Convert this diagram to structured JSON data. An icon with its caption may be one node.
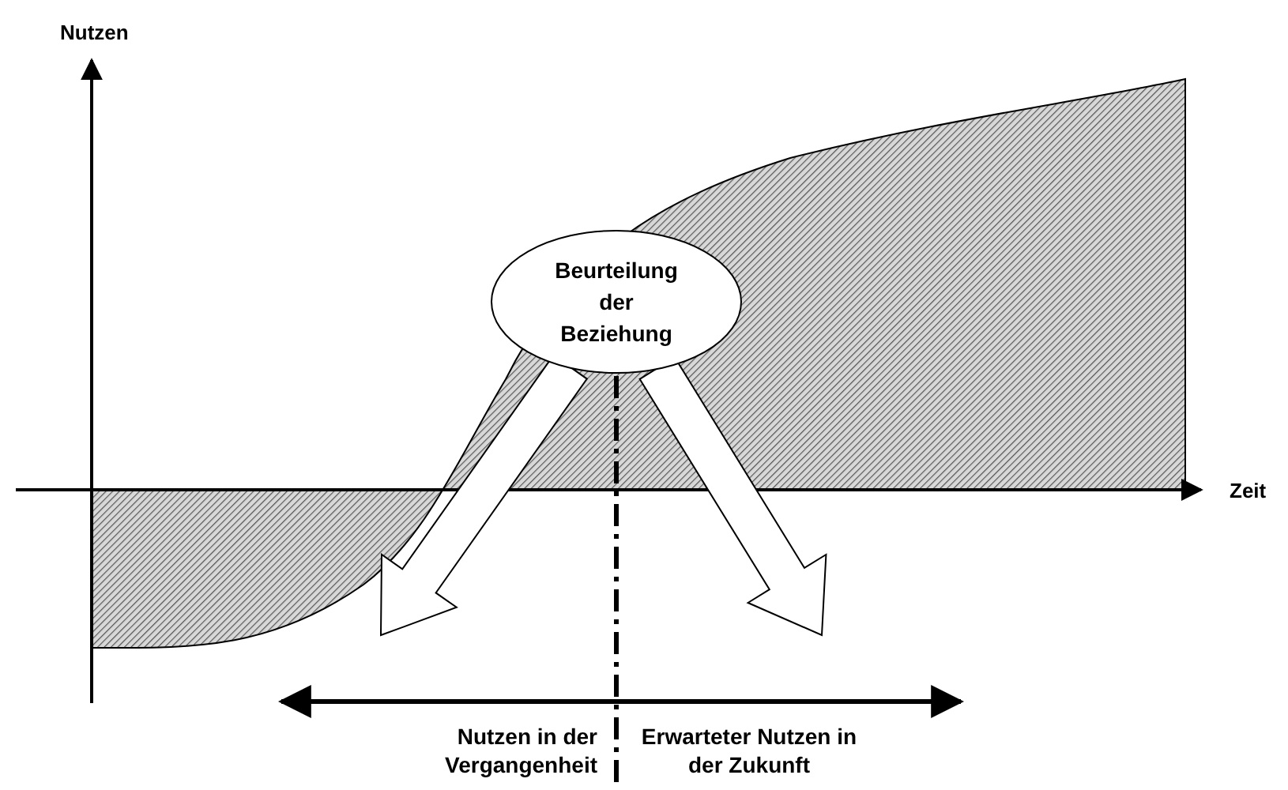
{
  "diagram": {
    "nodes": [
      {
        "text": [
          "Beurteilung der Beziehung"
        ]
      },
      {
        "text": [
          "Nutzen in der Vergangenheit"
        ]
      },
      {
        "text": [
          "Erwarteter Nutzen in der Zukunft"
        ]
      }
    ],
    "edges": [
      {
        "from": 0,
        "to": 1,
        "arrow": "to"
      },
      {
        "from": 0,
        "to": 2,
        "arrow": "to"
      }
    ],
    "labels": [
      "Nutzen",
      "Zeit"
    ]
  }
}
